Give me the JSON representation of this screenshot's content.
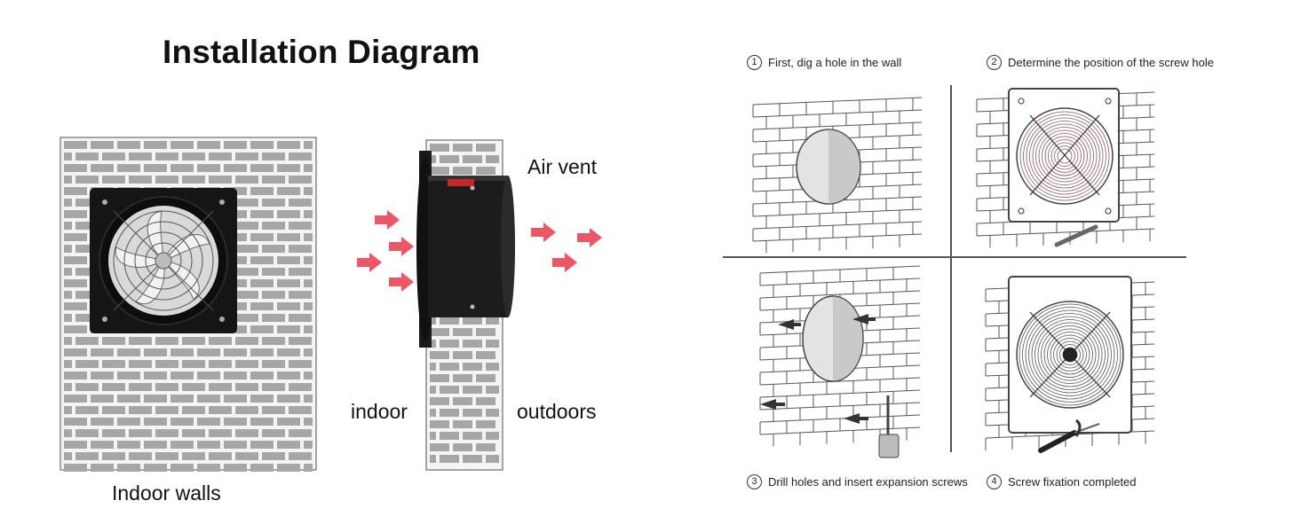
{
  "title": "Installation Diagram",
  "left_panel": {
    "wall_caption": "Indoor walls",
    "side_labels": {
      "vent": "Air vent",
      "indoor": "indoor",
      "outdoors": "outdoors"
    }
  },
  "steps": [
    {
      "num": "1",
      "text": "First, dig a hole in the wall"
    },
    {
      "num": "2",
      "text": "Determine the position of the screw hole"
    },
    {
      "num": "3",
      "text": "Drill holes and insert expansion screws"
    },
    {
      "num": "4",
      "text": "Screw fixation completed"
    }
  ],
  "icons": {
    "fan": "exhaust-fan-icon",
    "arrow": "airflow-arrow-icon",
    "drill": "drill-icon",
    "screwdriver": "screwdriver-icon"
  },
  "colors": {
    "brick": "#a6a6a6",
    "mortar": "#ffffff",
    "fan_body": "#151515",
    "airflow": "#e83a4a",
    "line_art": "#444444"
  }
}
